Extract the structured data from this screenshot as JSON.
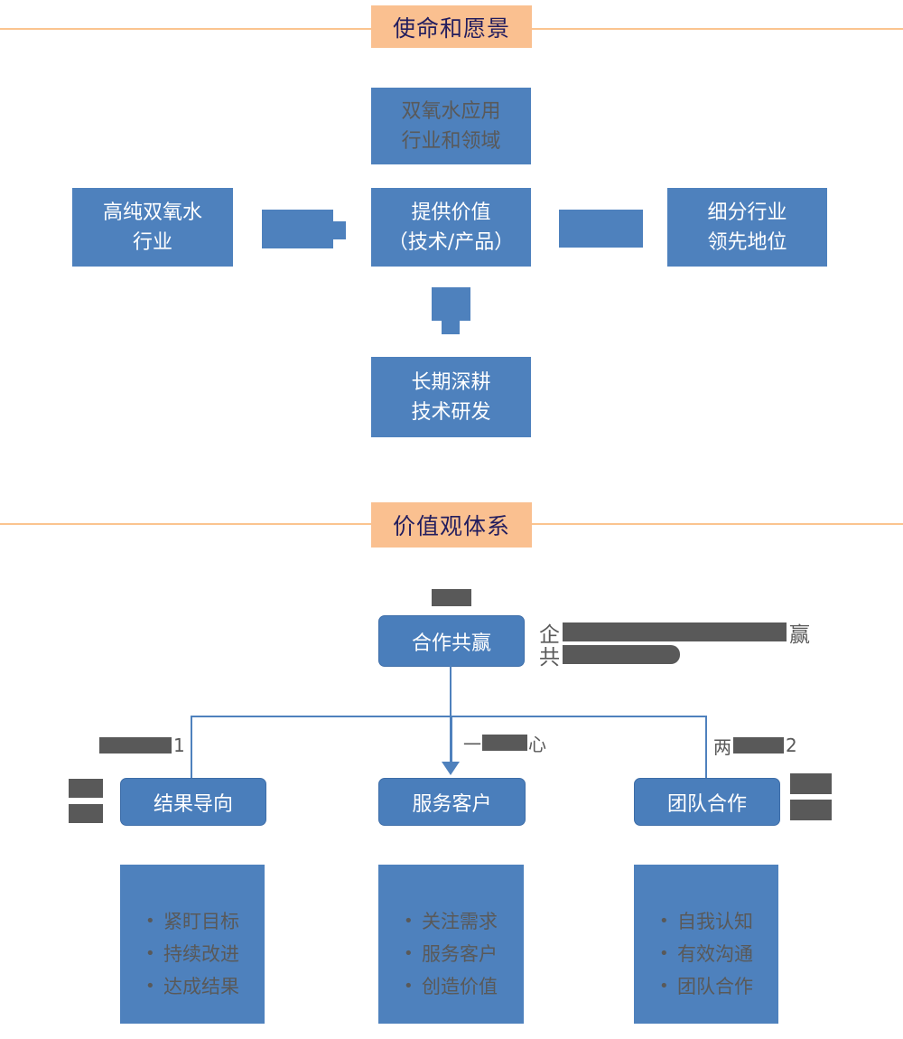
{
  "mission_section": {
    "header": "使命和愿景",
    "boxes": {
      "top": {
        "line1": "双氧水应用",
        "line2": "行业和领域"
      },
      "left": {
        "line1": "高纯双氧水",
        "line2": "行业"
      },
      "center": {
        "line1": "提供价值",
        "line2": "（技术/产品）"
      },
      "right": {
        "line1": "细分行业",
        "line2": "领先地位"
      },
      "bottom": {
        "line1": "长期深耕",
        "line2": "技术研发"
      }
    }
  },
  "values_section": {
    "header": "价值观体系",
    "root_box": "合作共赢",
    "description": {
      "line1_prefix": "企",
      "line1_suffix": "赢",
      "line2_prefix": "共"
    },
    "branch_labels": {
      "left_suffix": "1",
      "center_prefix": "一",
      "center_suffix": "心",
      "right_prefix": "两",
      "right_suffix": "2"
    },
    "child_boxes": [
      {
        "label": "结果导向"
      },
      {
        "label": "服务客户"
      },
      {
        "label": "团队合作"
      }
    ],
    "bullet_char": "•",
    "bullet_boxes": [
      {
        "items": [
          "紧盯目标",
          "持续改进",
          "达成结果"
        ]
      },
      {
        "items": [
          "关注需求",
          "服务客户",
          "创造价值"
        ]
      },
      {
        "items": [
          "自我认知",
          "有效沟通",
          "团队合作"
        ]
      }
    ]
  },
  "colors": {
    "box_blue": "#4e81bd",
    "round_box_blue": "#4a7ebb",
    "band_peach": "#fac090",
    "divider_peach": "#fbc48f",
    "title_navy": "#221d5e",
    "gray_text": "#595959",
    "connector_blue": "#4f81bd",
    "box_text_white": "#ffffff"
  }
}
